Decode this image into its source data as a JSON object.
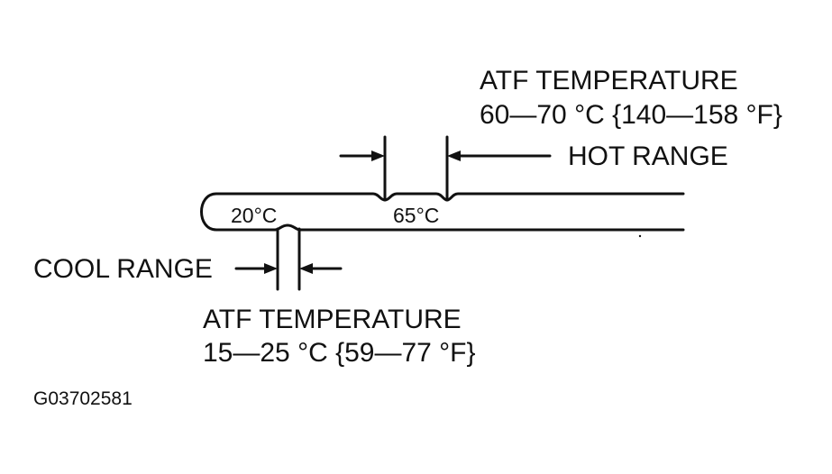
{
  "hot": {
    "heading": "ATF TEMPERATURE",
    "value": "60—70 °C {140—158 °F}",
    "range_label": "HOT RANGE",
    "mark_label": "65°C"
  },
  "cool": {
    "heading": "ATF TEMPERATURE",
    "value": "15—25 °C {59—77 °F}",
    "range_label": "COOL RANGE",
    "mark_label": "20°C"
  },
  "figure_code": "G03702581",
  "colors": {
    "ink": "#111111",
    "background": "#ffffff"
  }
}
